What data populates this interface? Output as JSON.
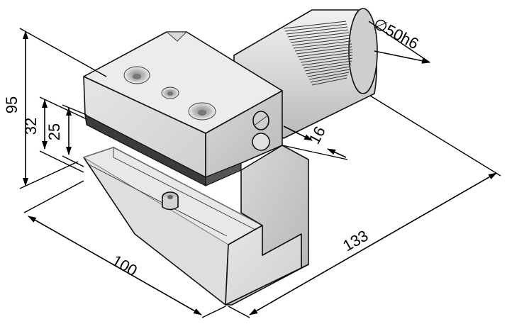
{
  "dimensions": {
    "total_height": "95",
    "body_height": "32",
    "toolholder_height": "25",
    "shank_diameter": "∅50h6",
    "offset": "16",
    "length": "133",
    "width": "100"
  }
}
